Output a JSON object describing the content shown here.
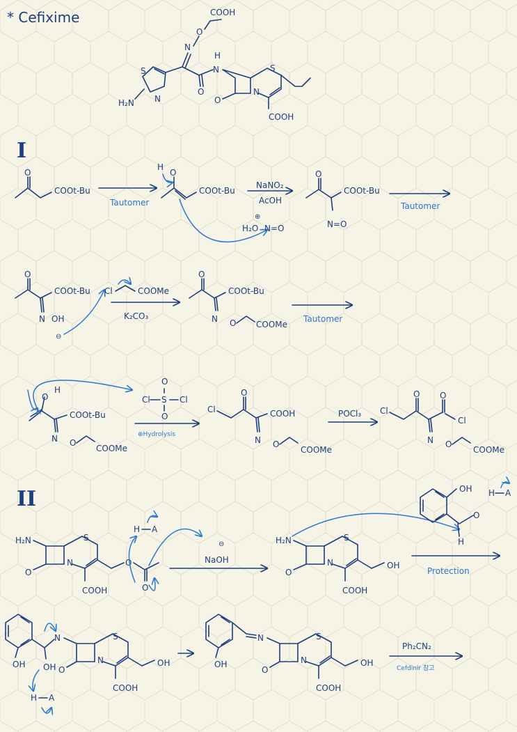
{
  "title": "* Cefixime",
  "sections": {
    "one": "I",
    "two": "II"
  },
  "atoms": {
    "cooh": "COOH",
    "s": "S",
    "n": "N",
    "o": "O",
    "h": "H",
    "h2n": "H₂N",
    "cooh_tbu": "COOt-Bu",
    "coome": "COOMe",
    "cl": "Cl",
    "oh": "OH",
    "a": "A",
    "h2o_plus": "H₂O",
    "n_eq_o": "N=O",
    "s_cl": "S",
    "plus": "⊕",
    "minus": "⊖"
  },
  "reagents": {
    "tautomer": "Tautomer",
    "nano2": "NaNO₂",
    "acoh": "AcOH",
    "k2co3": "K₂CO₃",
    "hydrolysis": "⊕Hydrolysis",
    "pocl3": "POCl₃",
    "naoh": "NaOH",
    "protection": "Protection",
    "ph2cn2": "Ph₂CN₂",
    "cefdinir_note": "Cefdinir 참고"
  },
  "colors": {
    "ink": "#1c3f7d",
    "annotation": "#2a78d0",
    "paper": "#f6f3e7",
    "grid": "#e1dccb"
  }
}
